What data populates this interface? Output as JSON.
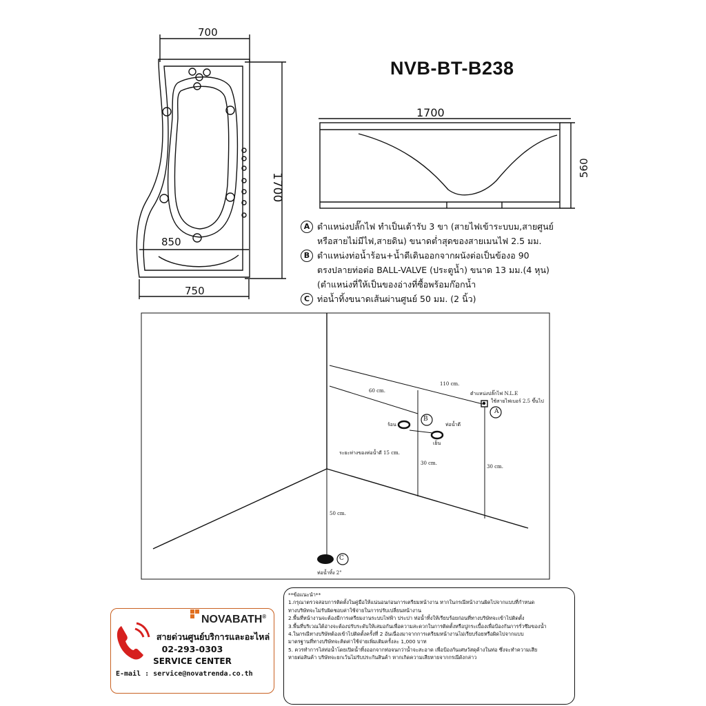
{
  "title": "NVB-BT-B238",
  "top_view": {
    "dim_top": "700",
    "dim_side": "1700",
    "dim_mid": "850",
    "dim_bottom": "750"
  },
  "side_view": {
    "dim_length": "1700",
    "dim_height": "560"
  },
  "notes": [
    {
      "marker": "A",
      "lines": [
        "ตำแหน่งปลั๊กไฟ   ทำเป็นเต้ารับ 3 ขา (สายไฟเข้าระบบม,สายศูนย์",
        "หรือสายไม่มีไฟ,สายดิน) ขนาดต่ำสุดของสายเมนไฟ 2.5 มม."
      ]
    },
    {
      "marker": "B",
      "lines": [
        "ตำแหน่งท่อน้ำร้อน+น้ำดีเดินออกจากผนังต่อเป็นข้องอ 90",
        "ตรงปลายท่อต่อ BALL-VALVE (ประตูน้ำ) ขนาด 13 มม.(4 หุน)",
        "(ตำแหน่งที่ให้เป็นของอ่างที่ซื้อพร้อมก๊อกน้ำ"
      ]
    },
    {
      "marker": "C",
      "lines": [
        "ท่อน้ำทิ้งขนาดเส้นผ่านศูนย์ 50 มม. (2 นิ้ว)"
      ]
    }
  ],
  "install": {
    "d_110": "110 cm.",
    "d_60": "60 cm.",
    "plug_label_1": "ตำแหน่งปลั๊กไฟ N.L.E",
    "plug_label_2": "ใช้สายไฟเบอร์ 2.5 ขึ้นไป",
    "hot": "ร้อน",
    "cold": "เย็น",
    "valve": "ท่อน้ำดี",
    "spacing": "ระยะห่างของท่อน้ำดี 15 cm.",
    "d_30a": "30 cm.",
    "d_30b": "30 cm.",
    "d_50": "50 cm.",
    "drain": "ท่อน้ำทิ้ง 2\"",
    "marker_a": "A",
    "marker_b": "B",
    "marker_c": "C"
  },
  "contact": {
    "brand": "NOVABATH",
    "reg": "®",
    "hotline": "สายด่วนศูนย์บริการและอะไหล่",
    "phone": "02-293-0303",
    "service": "SERVICE CENTER",
    "email": "E-mail : service@novatrenda.co.th"
  },
  "advice": {
    "heading": "**ข้อแนะนำ**",
    "items": [
      "1.กรุณาตรวจสอบการติดตั้งในคู่มือให้แน่นอนก่อนการเตรียมหน้างาน หากในกรณีหน้างานผิดไปจากแบบที่กำหนด",
      "   ทางบริษัทจะไม่รับผิดชอบค่าใช้จ่ายในการปรับเปลี่ยนหน้างาน",
      "2.พื้นที่หน้างานจะต้องมีการเตรียมงานระบบไฟฟ้า ประปา ท่อน้ำทิ้งให้เรียบร้อยก่อนที่ทางบริษัทจะเข้าไปติดตั้ง",
      "3.พื้นที่บริเวณใต้อ่างจะต้องปรับระดับให้เสมอกันเพื่อความสะดวกในการติดตั้งหรือปูกระเบื้องเพื่อป้องกันการรั่วซึมของน้ำ",
      "4.ในกรณีทางบริษัทต้องเข้าไปติดตั้งครั้งที่ 2 อันเนื่องมาจากการเตรียมหน้างานไม่เรียบร้อยหรือผิดไปจากแบบ",
      "   มาตรฐานที่ทางบริษัทจะคิดค่าใช้จ่ายเพิ่มเติมครั้งละ 1,000 บาท",
      "5. ควรทำการไล่ท่อน้ำโดยเปิดน้ำทิ้งออกจากท่อจนกว่าน้ำจะสะอาด เพื่อป้องกันเศษวัสดุค้างในท่อ ซึ่งจะทำความเสีย",
      "   หายต่อสินค้า บริษัทจะยกเว้นไม่รับประกันสินค้า หากเกิดความเสียหายจากกรณีดังกล่าว"
    ]
  }
}
